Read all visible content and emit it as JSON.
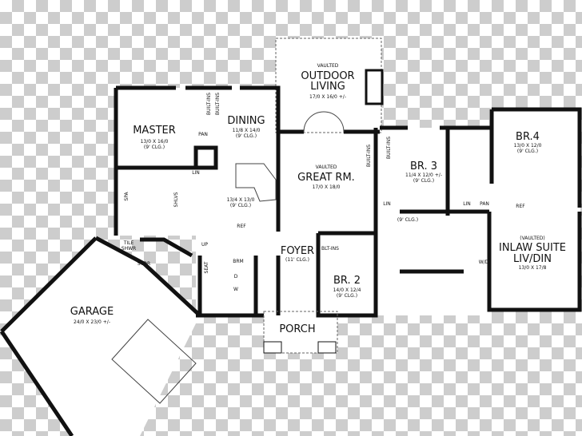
{
  "outdoor": {
    "note": "VAULTED",
    "line1": "OUTDOOR",
    "line2": "LIVING",
    "size": "17/0 X 16/0 +/-"
  },
  "master": {
    "name": "MASTER",
    "size": "13/0 X 16/0",
    "clg": "(9' CLG.)"
  },
  "dining": {
    "name": "DINING",
    "size": "11/8 X 14/0",
    "clg": "(9' CLG.)"
  },
  "kitchen": {
    "size": "13/4 X 13/0",
    "clg": "(9' CLG.)"
  },
  "great": {
    "note": "VAULTED",
    "name": "GREAT RM.",
    "size": "17/0 X 18/0"
  },
  "br3": {
    "name": "BR. 3",
    "size": "11/4 X 12/0 +/-",
    "clg": "(9' CLG.)"
  },
  "br4": {
    "name": "BR.4",
    "size": "13/0 X 12/0",
    "clg": "(9' CLG.)"
  },
  "hall": {
    "clg": "(9' CLG.)"
  },
  "inlaw": {
    "note": "(VAULTED)",
    "line1": "INLAW SUITE",
    "line2": "LIV/DIN",
    "size": "13/0 X 17/8"
  },
  "br2": {
    "name": "BR. 2",
    "size": "14/0 X 12/4",
    "clg": "(9' CLG.)"
  },
  "foyer": {
    "name": "FOYER",
    "clg": "(11' CLG.)"
  },
  "porch": {
    "name": "PORCH"
  },
  "garage": {
    "name": "GARAGE",
    "size": "24/0 X 23/0 +/-"
  },
  "small": {
    "builtins": "BUILT-INS",
    "pan": "PAN",
    "lin": "LIN",
    "spa": "SPA",
    "shlvs": "SHLVS",
    "ref": "REF",
    "tile": "TILE",
    "shwr": "SHWR",
    "stor": "STOR",
    "up": "UP",
    "seat": "SEAT",
    "brm": "BRM",
    "w": "W",
    "d": "D",
    "bltins": "BLT-INS",
    "wd": "W/D"
  }
}
